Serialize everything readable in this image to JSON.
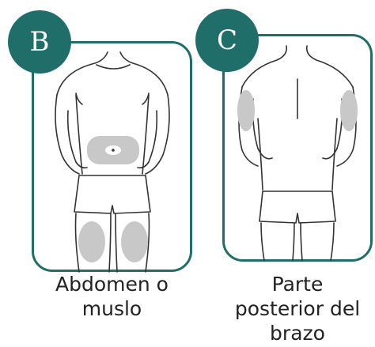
{
  "colors": {
    "frame": "#1f6e6a",
    "badge": "#1f6e6a",
    "badge_text": "#ffffff",
    "zone": "#c8c8c8",
    "outline": "#333333"
  },
  "panels": [
    {
      "badge": "B",
      "caption_lines": [
        "Abdomen o",
        "muslo"
      ]
    },
    {
      "badge": "C",
      "caption_lines": [
        "Parte",
        "posterior del",
        "brazo"
      ]
    }
  ]
}
